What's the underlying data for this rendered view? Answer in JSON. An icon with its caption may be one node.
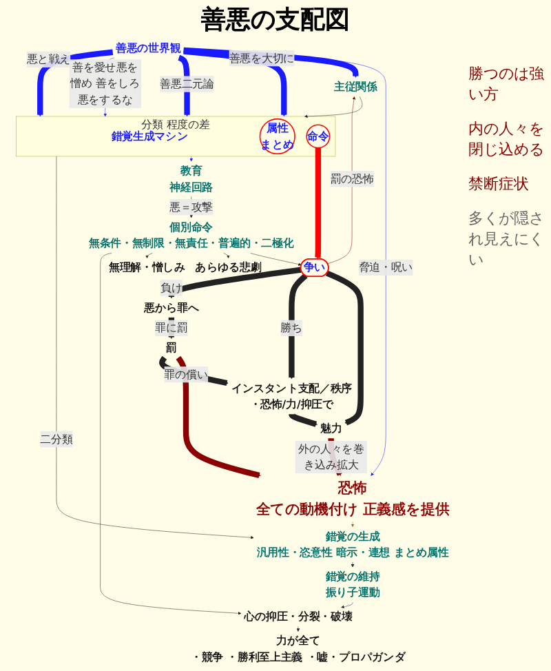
{
  "diagram": {
    "title": "善悪の支配図",
    "nodes": [
      {
        "text": [
          "恐怖",
          "全ての動機付け 正義感を提供"
        ]
      },
      {
        "text": [
          "善悪の世界観"
        ]
      },
      {
        "text": [
          "錯覚の生成",
          "汎用性・恣意性 暗示・連想 まとめ属性"
        ]
      },
      {
        "text": [
          "主従関係"
        ]
      },
      {
        "text": [
          "教育",
          "神経回路"
        ]
      },
      {
        "text": [
          "錯覚の維持",
          "振り子運動"
        ]
      },
      {
        "text": [
          "分類",
          "程度の差"
        ]
      },
      {
        "text": [
          "錯覚生成マシン"
        ],
        "in": 6
      },
      {
        "text": [
          "属性",
          "まとめ"
        ],
        "in": 6
      },
      {
        "text": [
          "命令"
        ],
        "in": 6
      },
      {
        "text": [
          "個別命令",
          "無条件・無制限・無責任・普遍的・二極化"
        ]
      },
      {
        "text": [
          "争い"
        ]
      },
      {
        "text": [
          "あらゆる悲劇"
        ]
      },
      {
        "text": [
          "無理解・憎しみ"
        ]
      },
      {
        "text": [
          "心の抑圧・分裂・破壊"
        ]
      },
      {
        "text": [
          "魅力"
        ]
      },
      {
        "text": [
          "インスタント支配／秩序",
          "・恐怖/力/抑圧で"
        ]
      },
      {
        "text": [
          "力が全て",
          "・競争 ・勝利至上主義 ・嘘・プロパガンダ"
        ]
      },
      {
        "text": [
          "悪から罪へ"
        ]
      },
      {
        "text": [
          "罰"
        ]
      }
    ],
    "edges": [
      {
        "from": 1,
        "to": 0,
        "arrow": "to",
        "label": "脅迫・呪い",
        "color": "#1a1aff"
      },
      {
        "from": 19,
        "to": 0,
        "arrow": "to",
        "style": "thick",
        "color": "#8b0000"
      },
      {
        "from": 15,
        "to": 0,
        "arrow": "to",
        "label": "外の人々を巻き込み拡大",
        "style": "thick",
        "color": "#8b0000"
      },
      {
        "from": 0,
        "to": 2,
        "arrow": "to",
        "color": "#b05a1a"
      },
      {
        "from": 1,
        "to": 3,
        "arrow": "to",
        "style": "thick",
        "color": "#1a1aff"
      },
      {
        "from": 1,
        "to": 6,
        "arrow": "to",
        "label": "善悪を大切に",
        "style": "thick",
        "color": "#1a1aff"
      },
      {
        "from": 1,
        "to": 6,
        "arrow": "to",
        "label": "善悪二元論",
        "style": "thick",
        "color": "#1a1aff"
      },
      {
        "from": 1,
        "to": 6,
        "arrow": "to",
        "label": "善を愛せ悪を憎め 善をしろ悪をするな",
        "color": "#1a1aff"
      },
      {
        "from": 1,
        "to": 6,
        "arrow": "to",
        "label": "悪と戦え",
        "style": "thick",
        "color": "#1a1aff"
      },
      {
        "from": 3,
        "to": 6,
        "arrow": "to"
      },
      {
        "from": 6,
        "to": 4,
        "arrow": "to",
        "color": "#1a1aff"
      },
      {
        "from": 6,
        "to": 2,
        "arrow": "to",
        "label": "二分類"
      },
      {
        "from": 2,
        "to": 5,
        "arrow": "to"
      },
      {
        "from": 4,
        "to": 10,
        "arrow": "to",
        "label": "悪＝攻撃"
      },
      {
        "from": 9,
        "to": 11,
        "arrow": "to",
        "style": "thick",
        "color": "#ff0000"
      },
      {
        "from": 10,
        "to": 11,
        "arrow": "to"
      },
      {
        "from": 10,
        "to": 12,
        "arrow": "to"
      },
      {
        "from": 10,
        "to": 13,
        "arrow": "to"
      },
      {
        "from": 10,
        "to": 14,
        "arrow": "to"
      },
      {
        "from": 5,
        "to": 14,
        "arrow": "to"
      },
      {
        "from": 11,
        "to": 3,
        "arrow": "to",
        "label": "罰の恐怖",
        "color": "#8b0000"
      },
      {
        "from": 11,
        "to": 15,
        "arrow": "to",
        "style": "thick"
      },
      {
        "from": 11,
        "to": 16,
        "arrow": "to",
        "label": "勝ち",
        "style": "thick"
      },
      {
        "from": 11,
        "to": 18,
        "arrow": "to",
        "label": "負け",
        "style": "thick"
      },
      {
        "from": 16,
        "to": 15,
        "arrow": "to",
        "style": "thick"
      },
      {
        "from": 18,
        "to": 19,
        "arrow": "to",
        "label": "罪に罰",
        "style": "thick"
      },
      {
        "from": 19,
        "to": 16,
        "arrow": "to",
        "label": "罪の償い",
        "style": "thick"
      },
      {
        "from": 14,
        "to": 17,
        "arrow": "to"
      }
    ],
    "labels": [
      "勝つのは強い方",
      "内の人々を閉じ込める",
      "禁断症状",
      "多くが隠され見えにくい"
    ]
  }
}
